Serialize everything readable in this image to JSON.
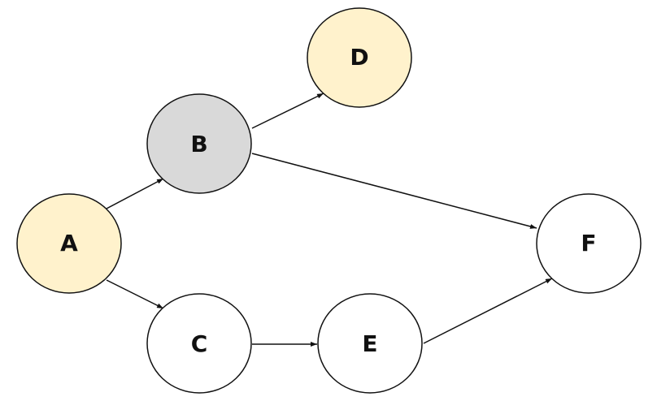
{
  "diagram": {
    "nodes": [
      {
        "id": "A",
        "label": "A",
        "fill": "#fff2cc"
      },
      {
        "id": "B",
        "label": "B",
        "fill": "#d9d9d9"
      },
      {
        "id": "C",
        "label": "C",
        "fill": "#ffffff"
      },
      {
        "id": "D",
        "label": "D",
        "fill": "#fff2cc"
      },
      {
        "id": "E",
        "label": "E",
        "fill": "#ffffff"
      },
      {
        "id": "F",
        "label": "F",
        "fill": "#ffffff"
      }
    ],
    "edges": [
      {
        "from": "A",
        "to": "B"
      },
      {
        "from": "A",
        "to": "C"
      },
      {
        "from": "B",
        "to": "D"
      },
      {
        "from": "B",
        "to": "F"
      },
      {
        "from": "C",
        "to": "E"
      },
      {
        "from": "E",
        "to": "F"
      }
    ],
    "colors": {
      "stroke": "#111111",
      "highlight": "#fff2cc",
      "visited": "#d9d9d9",
      "default": "#ffffff"
    }
  }
}
